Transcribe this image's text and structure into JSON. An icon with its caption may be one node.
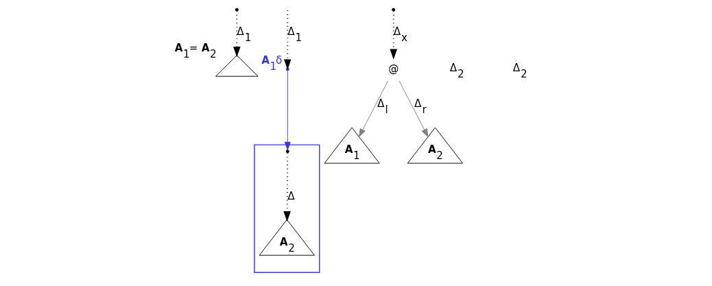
{
  "diagram": {
    "nodes": [
      {
        "text": [],
        "shape": "circle"
      },
      {
        "text": [],
        "shape": "triangle",
        "beside": [
          "**A**$_{1}$= **A**$_{2}$"
        ]
      },
      {
        "text": [],
        "shape": "circle",
        "beside": [
          "**A**$_{1}$",
          "δ"
        ]
      },
      {
        "text": [],
        "shape": "triangle"
      },
      {
        "text": [],
        "shape": "circle",
        "in": 3
      },
      {
        "text": [
          "**A**$_{2}$"
        ],
        "in": 3
      },
      {
        "text": [],
        "shape": "circle"
      },
      {
        "text": [
          "@"
        ]
      },
      {
        "text": [
          "**A**$_{1}$"
        ]
      },
      {
        "text": [
          "**A**$_{2}$"
        ]
      }
    ],
    "edges": [
      {
        "from": 0,
        "to": 1,
        "arrow": "to",
        "style": "dashed",
        "label": "Δ$_{1}$"
      },
      {
        "from": null,
        "to": 2,
        "arrow": "to",
        "style": "dashed",
        "label": "Δ$_{1}$"
      },
      {
        "from": 2,
        "to": 4,
        "arrow": "to",
        "color": "#3333ff"
      },
      {
        "from": 4,
        "to": 5,
        "arrow": "to",
        "style": "dashed",
        "label": "Δ"
      },
      {
        "from": 6,
        "to": 7,
        "arrow": "to",
        "style": "dashed",
        "label": "Δ$_{x}$"
      },
      {
        "from": 7,
        "to": 8,
        "arrow": "to",
        "color": "#808080",
        "label": "Δ$_{l}$"
      },
      {
        "from": 7,
        "to": 9,
        "arrow": "to",
        "color": "#808080",
        "label": "Δ$_{r}$"
      }
    ],
    "labels": [
      "Δ$_{2}$",
      "Δ$_{2}$"
    ]
  }
}
